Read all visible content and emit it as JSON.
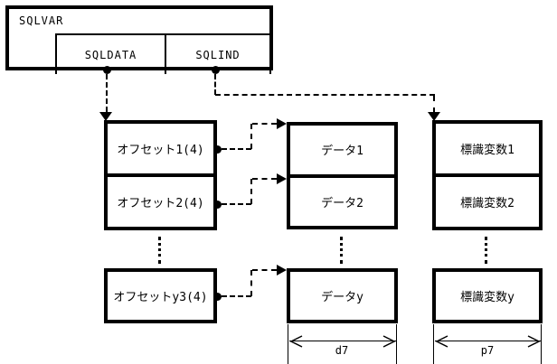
{
  "sqlvar": {
    "label": "SQLVAR",
    "fields": [
      "SQLDATA",
      "SQLIND"
    ]
  },
  "offsets": {
    "rows": [
      "オフセット1(4)",
      "オフセット2(4)"
    ],
    "last_row": "オフセットy3(4)"
  },
  "data_items": {
    "rows": [
      "データ1",
      "データ2"
    ],
    "last_row": "データy"
  },
  "indicators": {
    "rows": [
      "標識変数1",
      "標識変数2"
    ],
    "last_row": "標識変数y"
  },
  "dimensions": {
    "data_width_label": "d7",
    "indicator_width_label": "p7"
  },
  "colors": {
    "line": "#000000",
    "background": "#ffffff"
  }
}
